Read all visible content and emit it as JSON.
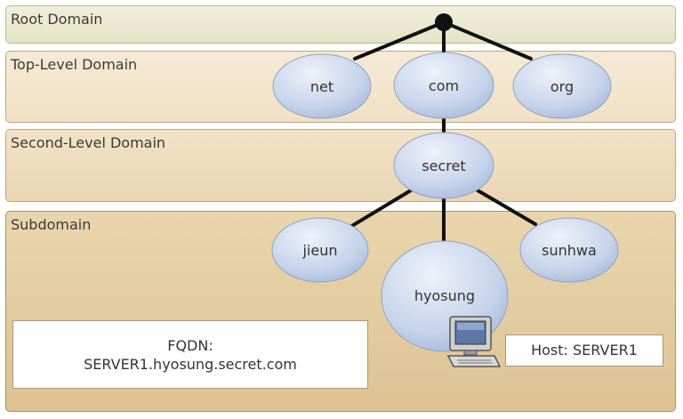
{
  "bands": {
    "root": "Root Domain",
    "tld": "Top-Level Domain",
    "sld": "Second-Level Domain",
    "sub": "Subdomain"
  },
  "nodes": {
    "net": "net",
    "com": "com",
    "org": "org",
    "secret": "secret",
    "jieun": "jieun",
    "hyosung": "hyosung",
    "sunhwa": "sunhwa"
  },
  "fqdn": {
    "label": "FQDN:",
    "value": "SERVER1.hyosung.secret.com"
  },
  "host": {
    "label": "Host: SERVER1"
  },
  "colors": {
    "node_fill": "#c6d3ea",
    "line": "#111111"
  },
  "icons": [
    "root-dot-icon",
    "computer-icon"
  ]
}
